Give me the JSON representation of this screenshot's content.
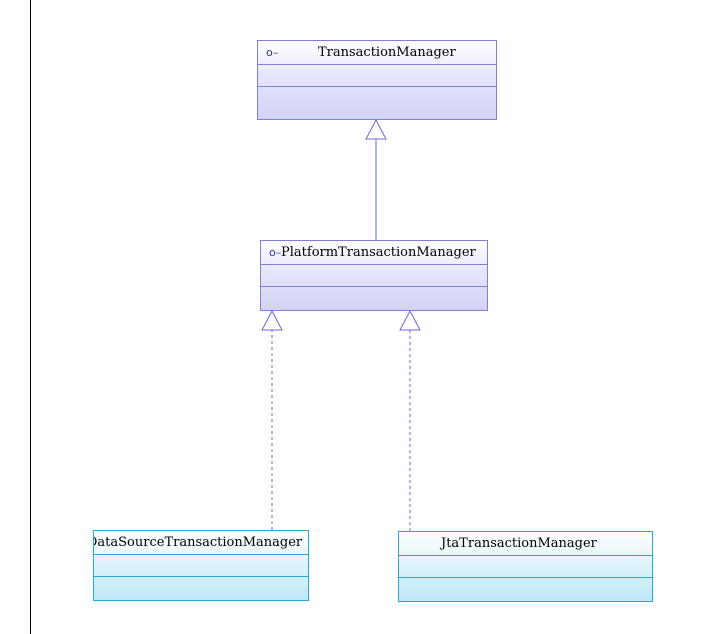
{
  "diagram": {
    "classes": [
      {
        "id": "transaction-manager",
        "kind": "interface",
        "icon": "interface-lollipop-icon",
        "icon_text": "o–",
        "name": "TransactionManager"
      },
      {
        "id": "platform-transaction-manager",
        "kind": "interface",
        "icon": "interface-lollipop-icon",
        "icon_text": "o–",
        "name": "PlatformTransactionManager"
      },
      {
        "id": "datasource-transaction-manager",
        "kind": "class",
        "name": "DataSourceTransactionManager"
      },
      {
        "id": "jta-transaction-manager",
        "kind": "class",
        "name": "JtaTransactionManager"
      }
    ],
    "relations": [
      {
        "from": "platform-transaction-manager",
        "to": "transaction-manager",
        "type": "generalization"
      },
      {
        "from": "datasource-transaction-manager",
        "to": "platform-transaction-manager",
        "type": "realization"
      },
      {
        "from": "jta-transaction-manager",
        "to": "platform-transaction-manager",
        "type": "realization"
      }
    ],
    "colors": {
      "interface_border": "#8080d8",
      "class_border": "#2aa7d4",
      "solid_line": "#6a6ad8",
      "dashed_line": "#6a6ad8"
    }
  }
}
